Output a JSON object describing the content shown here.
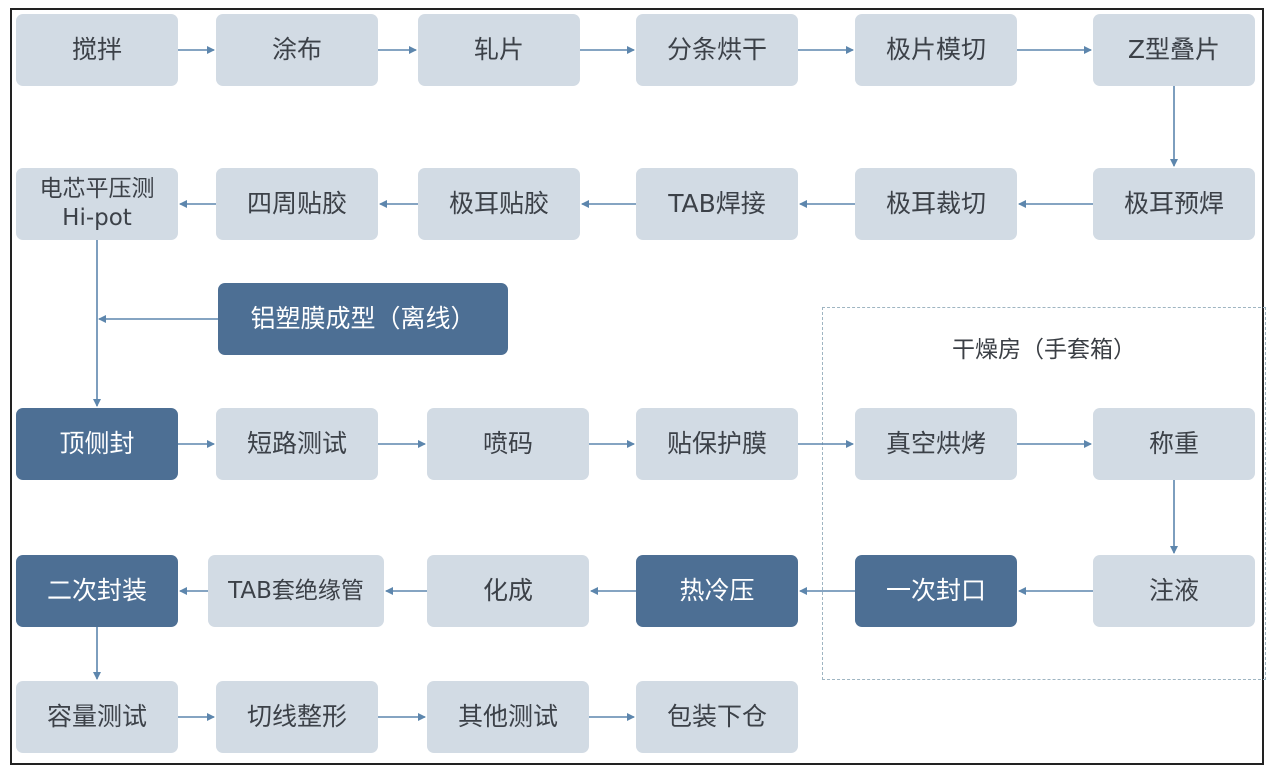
{
  "zone": {
    "label": "干燥房（手套箱）"
  },
  "nodes": {
    "stir": "搅拌",
    "coat": "涂布",
    "roll": "轧片",
    "slit_dry": "分条烘干",
    "die_cut": "极片模切",
    "z_stack": "Z型叠片",
    "tab_prew": "极耳预焊",
    "tab_cut": "极耳裁切",
    "tab_weld": "TAB焊接",
    "tab_tape": "极耳贴胶",
    "peri_tape": "四周贴胶",
    "hipot": "电芯平压测\nHi-pot",
    "pouch_form": "铝塑膜成型（离线）",
    "top_side": "顶侧封",
    "short_test": "短路测试",
    "code_spray": "喷码",
    "prot_film": "贴保护膜",
    "vac_bake": "真空烘烤",
    "weigh": "称重",
    "inject": "注液",
    "first_seal": "一次封口",
    "hot_cold": "热冷压",
    "formation": "化成",
    "tab_sleeve": "TAB套绝缘管",
    "second_seal": "二次封装",
    "capacity": "容量测试",
    "trim": "切线整形",
    "other_test": "其他测试",
    "pack": "包装下仓"
  },
  "colors": {
    "node_light": "#d2dbe4",
    "node_dark": "#4d6f94",
    "arrow": "#5d86ad"
  }
}
